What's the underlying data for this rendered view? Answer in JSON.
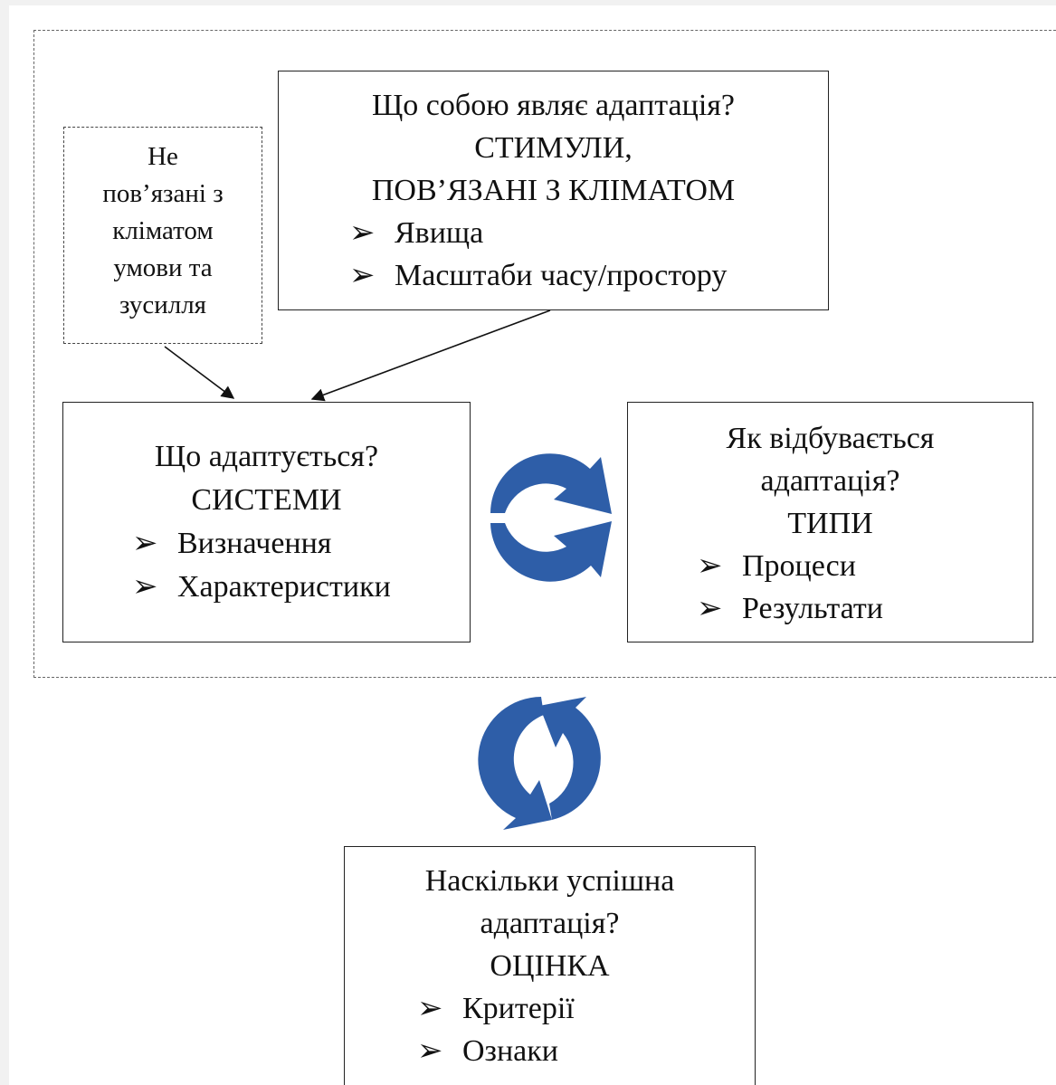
{
  "stimuli": {
    "question": "Що собою являє адаптація?",
    "heading_1": "СТИМУЛИ,",
    "heading_2": "ПОВ’ЯЗАНІ З КЛІМАТОМ",
    "bullets": [
      "Явища",
      "Масштаби часу/простору"
    ]
  },
  "non_climate": {
    "lines": [
      "Не",
      "пов’язані з",
      "кліматом",
      "умови та",
      "зусилля"
    ]
  },
  "systems": {
    "question": "Що адаптується?",
    "heading": "СИСТЕМИ",
    "bullets": [
      "Визначення",
      "Характеристики"
    ]
  },
  "types": {
    "question_1": "Як відбувається",
    "question_2": "адаптація?",
    "heading": "ТИПИ",
    "bullets": [
      "Процеси",
      "Результати"
    ]
  },
  "evaluation": {
    "question_1": "Наскільки успішна",
    "question_2": "адаптація?",
    "heading": "ОЦІНКА",
    "bullets": [
      "Критерії",
      "Ознаки"
    ]
  },
  "bullet_symbol": "➢",
  "colors": {
    "cycle_arrow": "#2e5ea8",
    "cycle_arrow_light": "#4a7bc4"
  }
}
